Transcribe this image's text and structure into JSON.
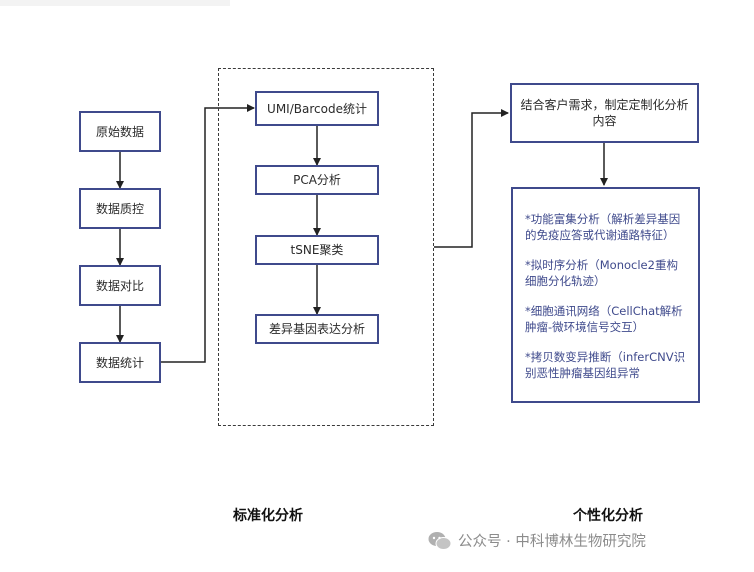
{
  "pipeline": {
    "left_steps": [
      "原始数据",
      "数据质控",
      "数据对比",
      "数据统计"
    ],
    "standard_steps": [
      "UMI/Barcode统计",
      "PCA分析",
      "tSNE聚类",
      "差异基因表达分析"
    ],
    "custom_head": "结合客户需求，制定定制化分析\n内容",
    "custom_items": [
      "*功能富集分析（解析差异基因\n的免疫应答或代谢通路特征）",
      "*拟时序分析（Monocle2重构\n细胞分化轨迹）",
      "*细胞通讯网络（CellChat解析\n肿瘤-微环境信号交互）",
      "*拷贝数变异推断（inferCNV识\n别恶性肿瘤基因组异常"
    ]
  },
  "captions": {
    "standard": "标准化分析",
    "custom": "个性化分析"
  },
  "watermark": {
    "text": "公众号 · 中科博林生物研究院"
  },
  "colors": {
    "box_border": "#3f4a8c",
    "arrow": "#222222",
    "custom_text": "#3f4a8c"
  }
}
